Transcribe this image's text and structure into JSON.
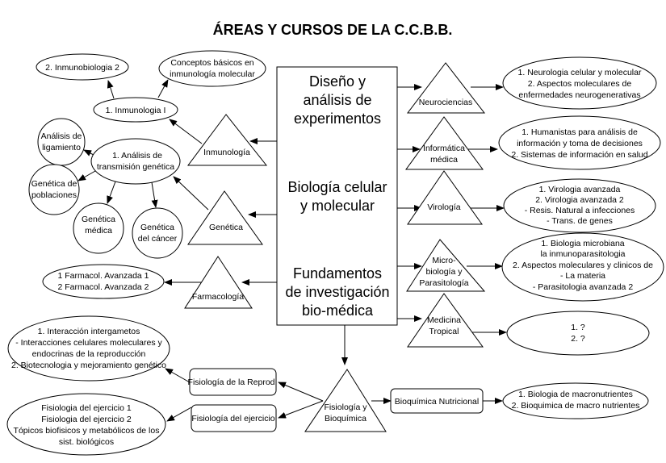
{
  "title": "ÁREAS Y CURSOS DE LA C.C.B.B.",
  "center": {
    "block1": [
      "Diseño y",
      "análisis de",
      "experimentos"
    ],
    "block2": [
      "Biología celular",
      "y molecular"
    ],
    "block3": [
      "Fundamentos",
      "de investigación",
      "bio-médica"
    ]
  },
  "areas": {
    "inmunologia": {
      "label": "Inmunología",
      "course": "1. Inmunologia I",
      "next1": "2. Inmunobiologia 2",
      "next2": [
        "Conceptos básicos en",
        "inmunología molecular"
      ]
    },
    "genetica": {
      "label": "Genética",
      "course": [
        "1. Análisis de",
        "transmisión genética"
      ],
      "subs": [
        [
          "Análisis de",
          "ligamiento"
        ],
        [
          "Genética de",
          "poblaciones"
        ],
        [
          "Genética",
          "médica"
        ],
        [
          "Genética",
          "del cáncer"
        ]
      ]
    },
    "farmacologia": {
      "label": "Farmacología",
      "courses": [
        "1 Farmacol. Avanzada 1",
        "2 Farmacol. Avanzada 2"
      ]
    },
    "neurociencias": {
      "label": "Neurociencias",
      "courses": [
        "1. Neurologia celular y molecular",
        "2. Aspectos moleculares de",
        "enfermedades neurogenerativas"
      ]
    },
    "informatica": {
      "label": [
        "Informática",
        "médica"
      ],
      "courses": [
        "1. Humanistas para análisis de",
        "información y toma de decisiones",
        "2. Sistemas de información en salud"
      ]
    },
    "virologia": {
      "label": "Virología",
      "courses": [
        "1. Virologia avanzada",
        "2. Virologia avanzada 2",
        "- Resis. Natural a infecciones",
        "- Trans. de genes"
      ]
    },
    "micro": {
      "label": [
        "Micro-",
        "biología y",
        "Parasitología"
      ],
      "courses": [
        "1. Biologia microbiana",
        "la inmunoparasitologia",
        "2. Aspectos moleculares y clinicos de",
        "- La materia",
        "- Parasitologia avanzada 2"
      ]
    },
    "tropical": {
      "label": [
        "Medicina",
        "Tropical"
      ],
      "courses": [
        "1. ?",
        "2. ?"
      ]
    },
    "fisiologia": {
      "label": [
        "Fisiología y",
        "Bioquímica"
      ],
      "reprod": {
        "label": "Fisiología de la Reprod.",
        "courses": [
          "1. Interacción intergametos",
          "- Interacciones celulares moleculares y",
          "endocrinas de la reproducción",
          "2. Biotecnologia y mejoramiento genético"
        ]
      },
      "ejercicio": {
        "label": "Fisiología del ejercicio",
        "courses": [
          "Fisiologia del ejercicio 1",
          "Fisiologia del ejercicio 2",
          "Tópicos biofisicos y metabólicos de los",
          "sist. biológicos"
        ]
      },
      "bioquimica": {
        "label": "Bioquímica Nutricional",
        "courses": [
          "1. Biologia de macronutrientes",
          "2. Bioquimica de macro nutrientes"
        ]
      }
    }
  }
}
